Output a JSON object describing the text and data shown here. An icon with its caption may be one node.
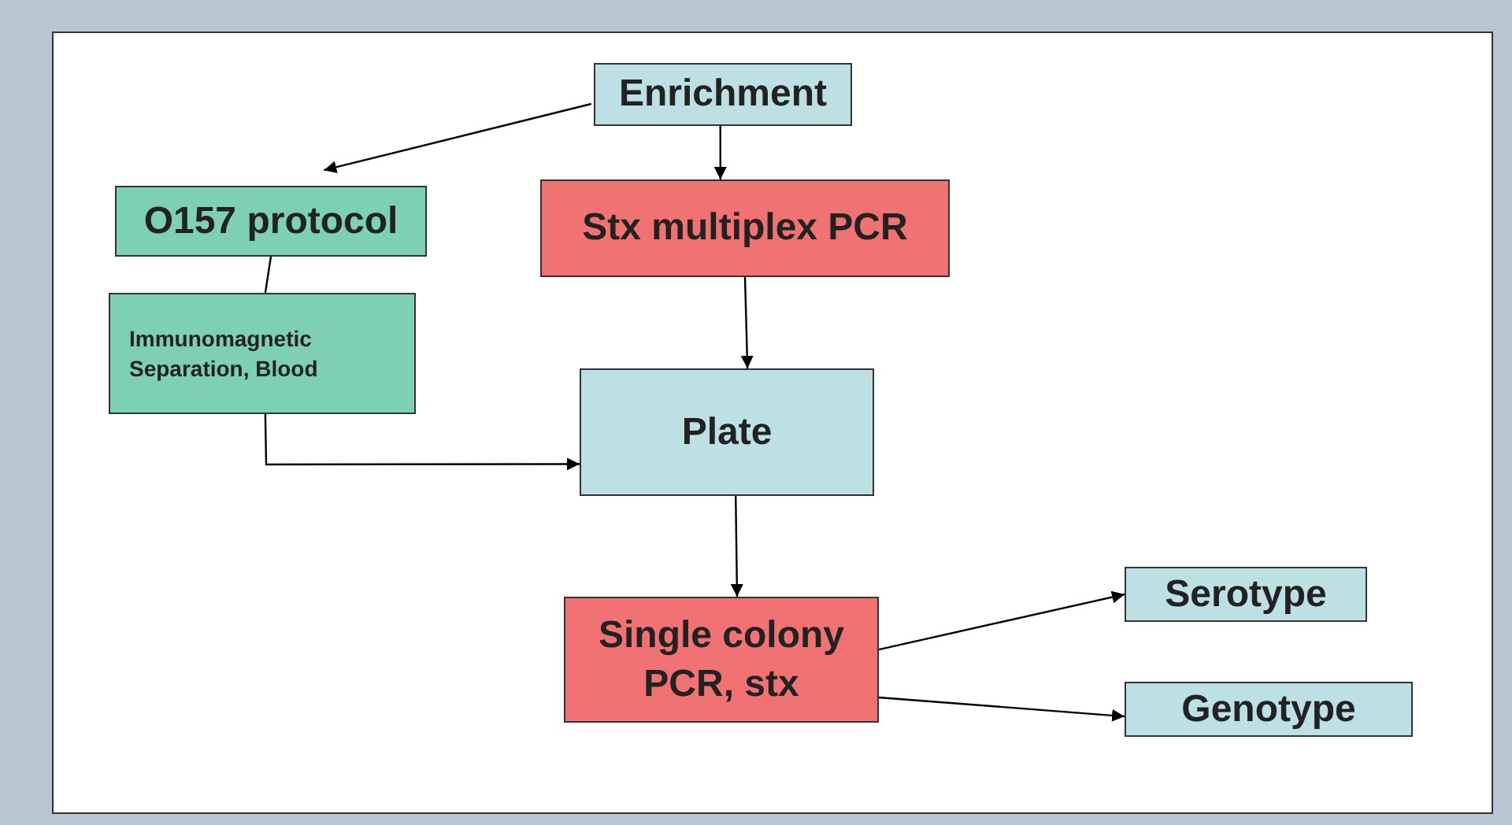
{
  "diagram": {
    "nodes": [
      {
        "text": [
          "Enrichment"
        ]
      },
      {
        "text": [
          "O157 protocol"
        ]
      },
      {
        "text": [
          "Stx multiplex PCR"
        ]
      },
      {
        "text": [
          "Immunomagnetic Separation, Blood"
        ]
      },
      {
        "text": [
          "Plate"
        ]
      },
      {
        "text": [
          "Single colony PCR, stx"
        ]
      },
      {
        "text": [
          "Serotype"
        ]
      },
      {
        "text": [
          "Genotype"
        ]
      }
    ],
    "edges": [
      {
        "from": 0,
        "to": 1,
        "arrow": "to"
      },
      {
        "from": 0,
        "to": 2,
        "arrow": "to"
      },
      {
        "from": 1,
        "to": 3,
        "arrow": "none"
      },
      {
        "from": 3,
        "to": 4,
        "arrow": "to"
      },
      {
        "from": 2,
        "to": 4,
        "arrow": "to"
      },
      {
        "from": 4,
        "to": 5,
        "arrow": "to"
      },
      {
        "from": 5,
        "to": 6,
        "arrow": "to"
      },
      {
        "from": 5,
        "to": 7,
        "arrow": "to"
      }
    ]
  }
}
